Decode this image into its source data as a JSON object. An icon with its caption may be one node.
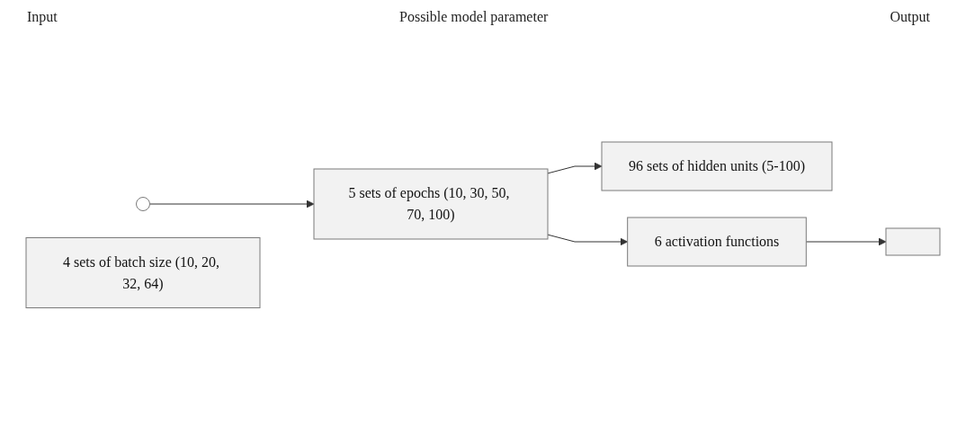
{
  "diagram": {
    "nodes": [
      {
        "text": [],
        "shape": "circle"
      },
      {
        "text": [
          "4 sets of batch size (10, 20, 32, 64)"
        ]
      },
      {
        "text": [
          "5 sets of epochs (10, 30, 50, 70, 100)"
        ]
      },
      {
        "text": [
          "96 sets of hidden units (5-100)"
        ]
      },
      {
        "text": [
          "6 activation functions"
        ]
      },
      {
        "text": [],
        "shape": "box"
      }
    ],
    "edges": [
      {
        "from": 0,
        "to": 2,
        "arrow": "to"
      },
      {
        "from": 2,
        "to": 3,
        "arrow": "to"
      },
      {
        "from": 2,
        "to": 4,
        "arrow": "to"
      },
      {
        "from": 4,
        "to": 5,
        "arrow": "to"
      }
    ],
    "labels": [
      "Input",
      "Possible model parameter",
      "Output"
    ]
  }
}
